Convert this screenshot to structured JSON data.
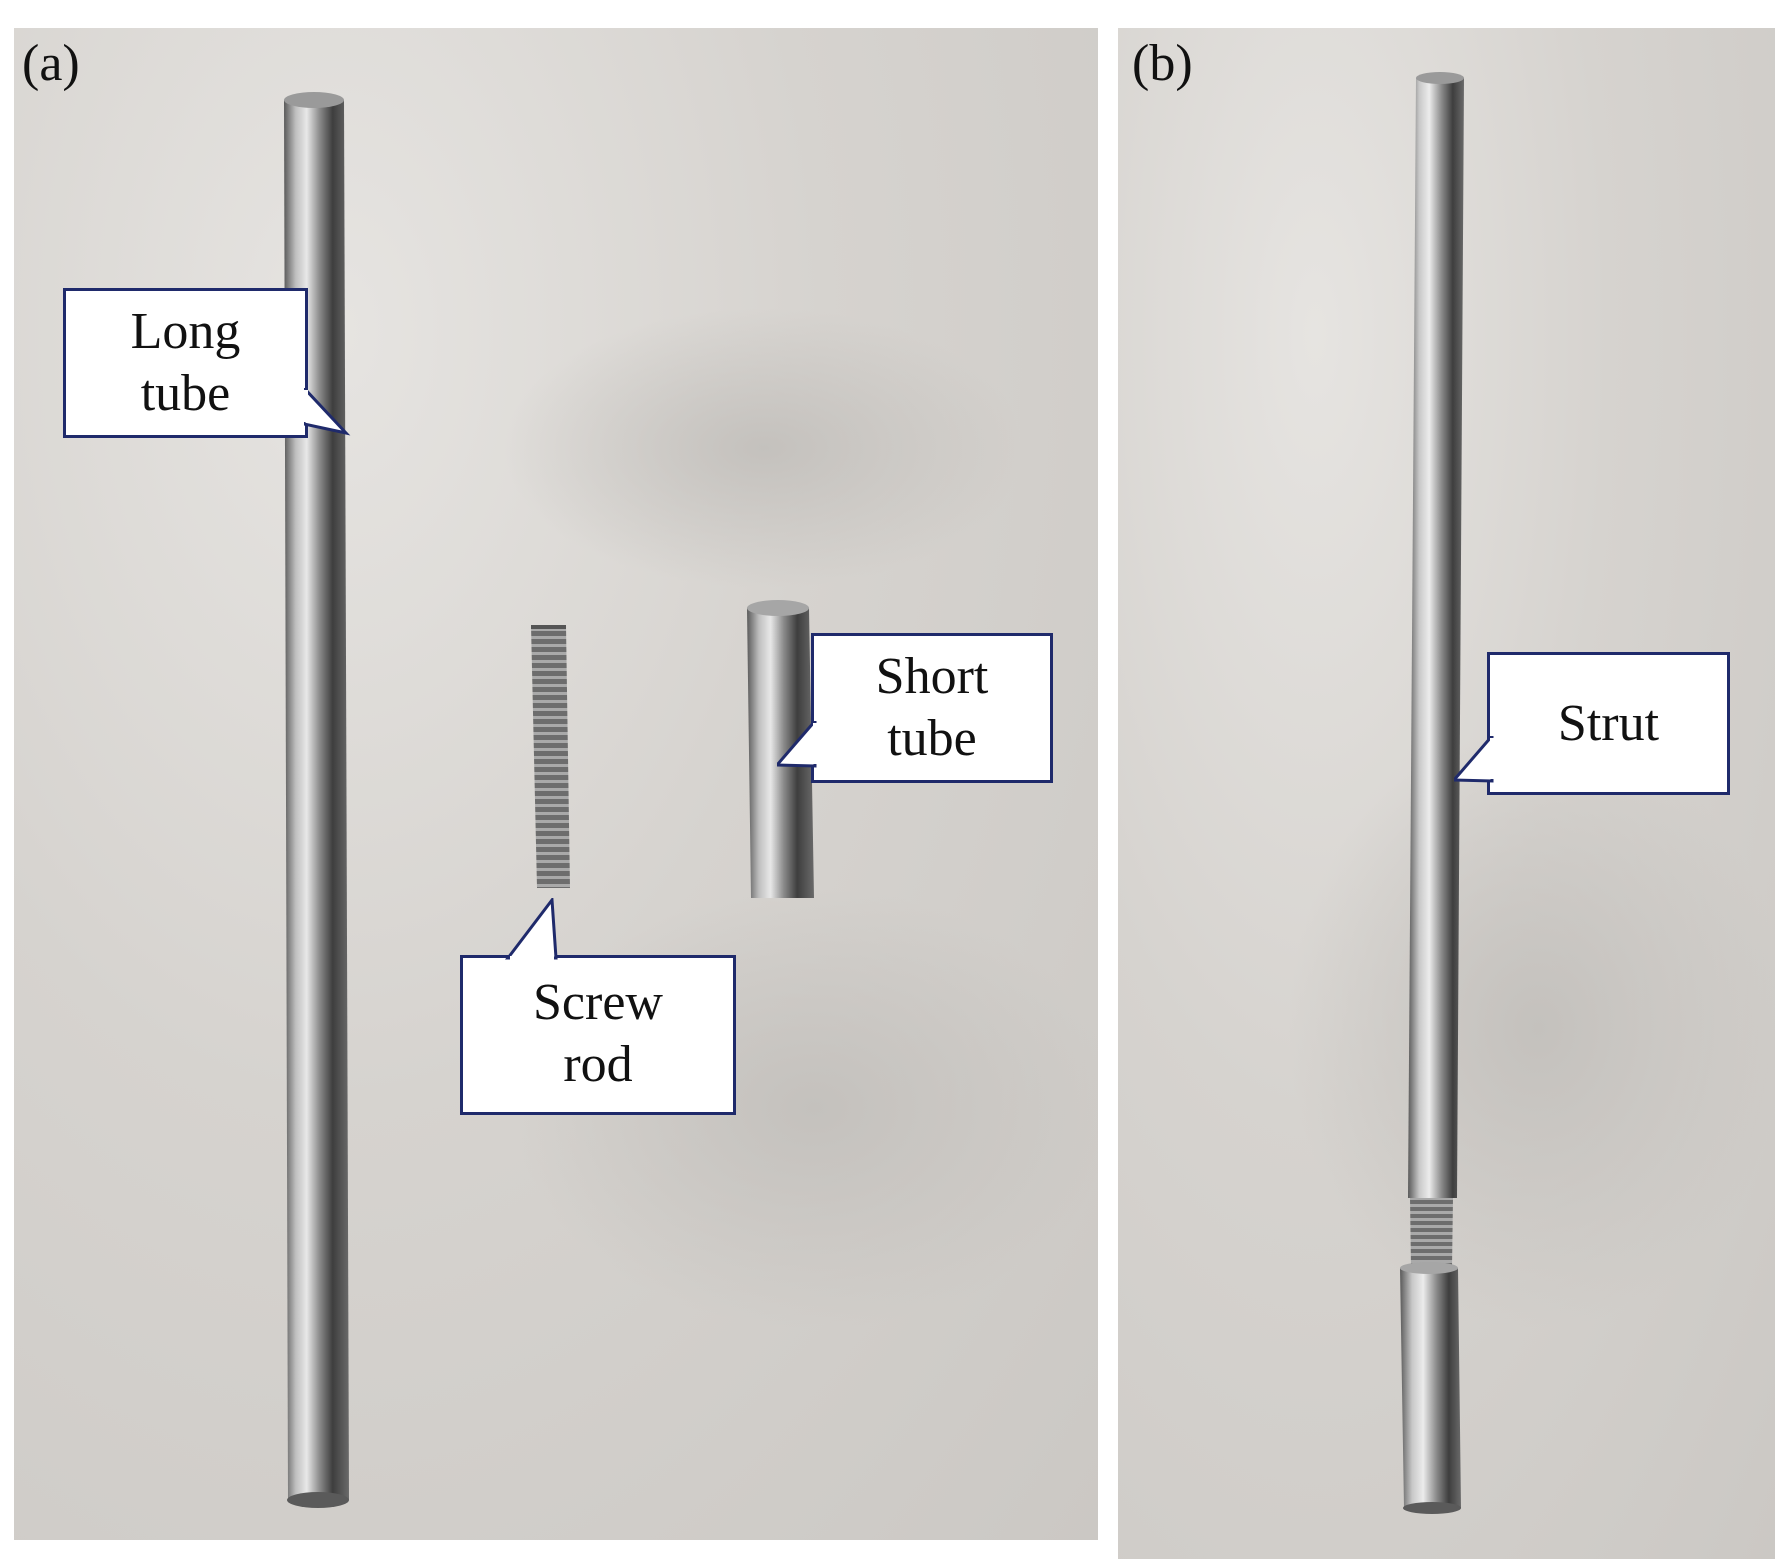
{
  "panels": [
    {
      "label": "(a)"
    },
    {
      "label": "(b)"
    }
  ],
  "callouts": {
    "long_tube": [
      "Long",
      "tube"
    ],
    "screw_rod": [
      "Screw",
      "rod"
    ],
    "short_tube": [
      "Short",
      "tube"
    ],
    "strut": [
      "Strut"
    ]
  },
  "colors": {
    "callout_border": "#1f2a6b",
    "metal_dark": "#4a4a4a",
    "metal_light": "#d8d8d8"
  }
}
